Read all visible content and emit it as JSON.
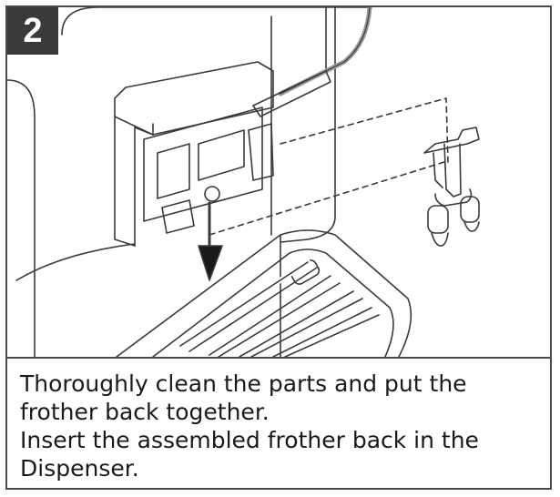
{
  "step": {
    "number": "2"
  },
  "illustration": {
    "subject": "milk frother assembly inserted into dispenser"
  },
  "instructions": {
    "line1": "Thoroughly clean the parts and put the frother back together.",
    "line2": "Insert the assembled frother back in the Dispenser."
  },
  "colors": {
    "stroke": "#3a3a3a",
    "badge": "#3a3a3a",
    "border": "#4a4a4a"
  }
}
